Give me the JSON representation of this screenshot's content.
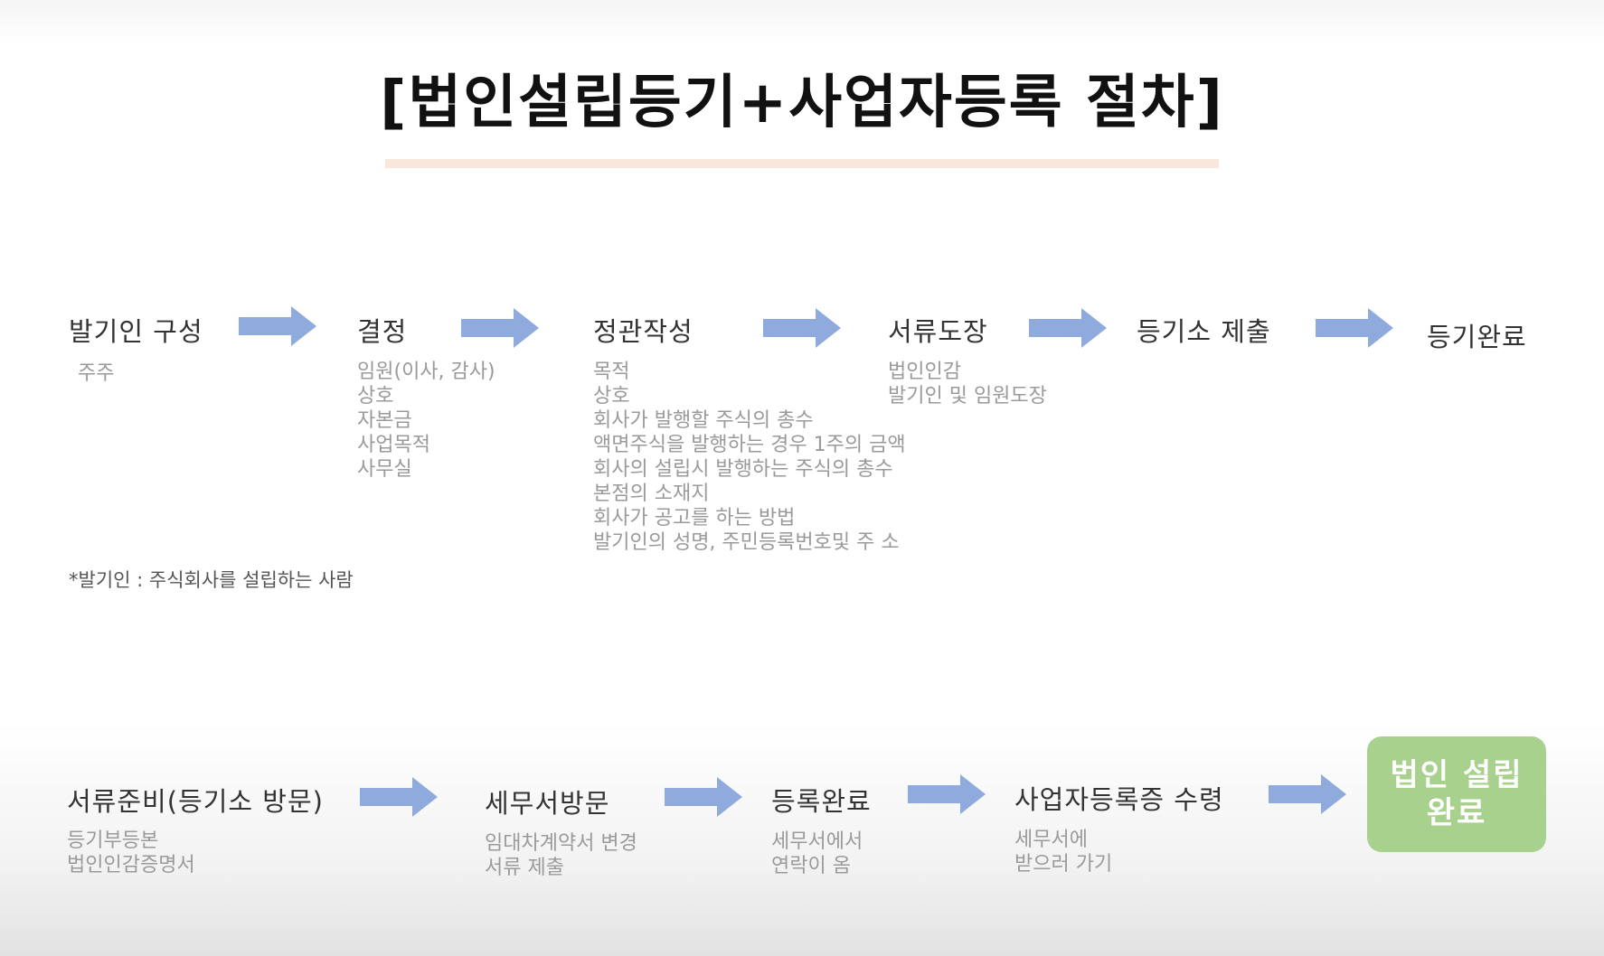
{
  "title": "[법인설립등기+사업자등록 절차]",
  "colors": {
    "arrow": "#8faadc",
    "final_box": "#a9d18e",
    "title_rule": "#f9e7dc"
  },
  "row1": [
    {
      "label": "발기인 구성",
      "items": [
        "주주"
      ]
    },
    {
      "label": "결정",
      "items": [
        "임원(이사, 감사)",
        "상호",
        "자본금",
        "사업목적",
        "사무실"
      ]
    },
    {
      "label": "정관작성",
      "items": [
        "목적",
        "상호",
        "회사가 발행할 주식의 총수",
        "액면주식을 발행하는 경우 1주의 금액",
        "회사의 설립시 발행하는 주식의 총수",
        "본점의 소재지",
        "회사가 공고를 하는 방법",
        "발기인의 성명, 주민등록번호및 주 소"
      ]
    },
    {
      "label": "서류도장",
      "items": [
        "법인인감",
        "발기인 및 임원도장"
      ]
    },
    {
      "label": "등기소 제출",
      "items": []
    },
    {
      "label": "등기완료",
      "items": []
    }
  ],
  "footnote": "*발기인 : 주식회사를 설립하는 사람",
  "row2": [
    {
      "label": "서류준비(등기소 방문)",
      "items": [
        "등기부등본",
        "법인인감증명서"
      ]
    },
    {
      "label": "세무서방문",
      "items": [
        "임대차계약서 변경",
        "서류 제출"
      ]
    },
    {
      "label": "등록완료",
      "items": [
        "세무서에서",
        "연락이 옴"
      ]
    },
    {
      "label": "사업자등록증 수령",
      "items": [
        "세무서에",
        "받으러 가기"
      ]
    }
  ],
  "final": "법인 설립\n완료"
}
